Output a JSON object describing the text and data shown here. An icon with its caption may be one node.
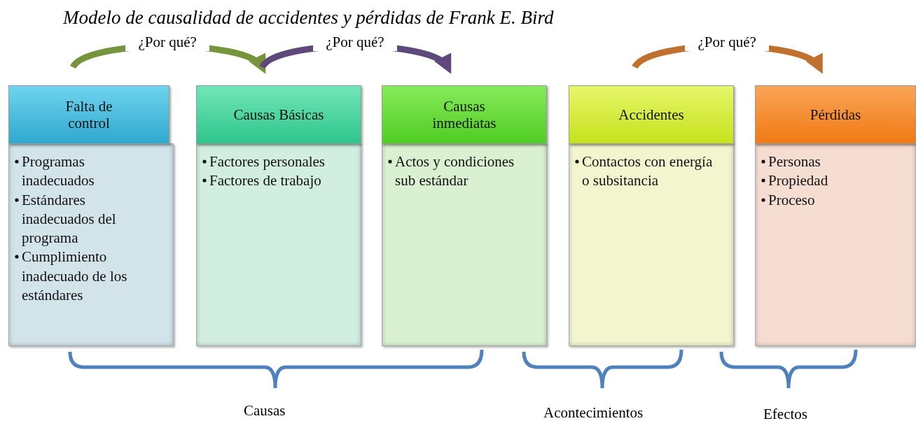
{
  "diagram": {
    "title": "Modelo de causalidad de accidentes y pérdidas de Frank E. Bird",
    "nodes": [
      {
        "text": [
          "Falta de control"
        ]
      },
      {
        "text": [
          "Programas inadecuados",
          "Estándares inadecuados  del programa",
          "Cumplimiento inadecuado de los estándares"
        ]
      },
      {
        "text": [
          "Causas Básicas"
        ]
      },
      {
        "text": [
          "Factores personales",
          "Factores de trabajo"
        ]
      },
      {
        "text": [
          "Causas inmediatas"
        ]
      },
      {
        "text": [
          "Actos y condiciones  sub estándar"
        ]
      },
      {
        "text": [
          "Accidentes"
        ]
      },
      {
        "text": [
          "Contactos con energía o subsitancia"
        ]
      },
      {
        "text": [
          "Pérdidas"
        ]
      },
      {
        "text": [
          "Personas",
          "Propiedad",
          "Proceso"
        ]
      }
    ],
    "edges": [
      {
        "from": 0,
        "to": 2,
        "arrow": "to",
        "label": "¿Por qué?",
        "color": "#77933c"
      },
      {
        "from": 2,
        "to": 4,
        "arrow": "to",
        "label": "¿Por qué?",
        "color": "#5f497a"
      },
      {
        "from": 6,
        "to": 8,
        "arrow": "to",
        "label": "¿Por qué?",
        "color": "#c0712e"
      }
    ],
    "labels": [
      "Causas",
      "Acontecimientos",
      "Efectos"
    ]
  }
}
